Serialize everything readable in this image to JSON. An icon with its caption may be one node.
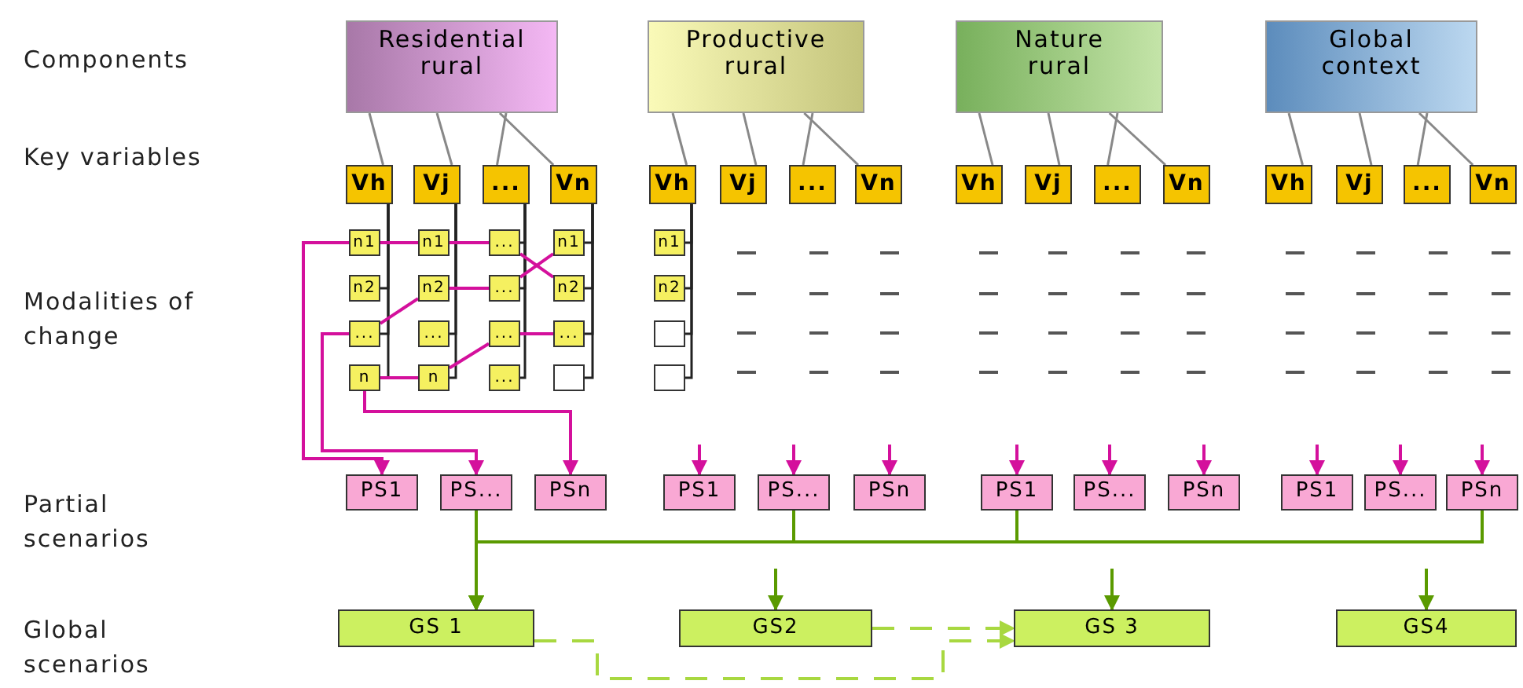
{
  "diagram": {
    "nodes": [
      {
        "text": [
          "Residential rural"
        ]
      },
      {
        "text": [
          "Productive rural"
        ]
      },
      {
        "text": [
          "Nature rural"
        ]
      },
      {
        "text": [
          "Global context"
        ]
      },
      {
        "text": [
          "Vh"
        ]
      },
      {
        "text": [
          "Vj"
        ]
      },
      {
        "text": [
          "..."
        ]
      },
      {
        "text": [
          "Vn"
        ]
      },
      {
        "text": [
          "Vh"
        ]
      },
      {
        "text": [
          "Vj"
        ]
      },
      {
        "text": [
          "..."
        ]
      },
      {
        "text": [
          "Vn"
        ]
      },
      {
        "text": [
          "Vh"
        ]
      },
      {
        "text": [
          "Vj"
        ]
      },
      {
        "text": [
          "..."
        ]
      },
      {
        "text": [
          "Vn"
        ]
      },
      {
        "text": [
          "Vh"
        ]
      },
      {
        "text": [
          "Vj"
        ]
      },
      {
        "text": [
          "..."
        ]
      },
      {
        "text": [
          "Vn"
        ]
      },
      {
        "text": [
          "n1"
        ]
      },
      {
        "text": [
          "n2"
        ]
      },
      {
        "text": [
          "..."
        ]
      },
      {
        "text": [
          "n"
        ]
      },
      {
        "text": [
          "n1"
        ]
      },
      {
        "text": [
          "n2"
        ]
      },
      {
        "text": [
          "..."
        ]
      },
      {
        "text": [
          "n"
        ]
      },
      {
        "text": [
          "..."
        ]
      },
      {
        "text": [
          "..."
        ]
      },
      {
        "text": [
          "..."
        ]
      },
      {
        "text": [
          "..."
        ]
      },
      {
        "text": [
          "n1"
        ]
      },
      {
        "text": [
          "n2"
        ]
      },
      {
        "text": [
          "..."
        ]
      },
      {
        "text": [],
        "shape": "box"
      },
      {
        "text": [
          "n1"
        ]
      },
      {
        "text": [
          "n2"
        ]
      },
      {
        "text": [],
        "shape": "box"
      },
      {
        "text": [],
        "shape": "box"
      },
      {
        "text": [
          "PS1"
        ]
      },
      {
        "text": [
          "PS..."
        ]
      },
      {
        "text": [
          "PSn"
        ]
      },
      {
        "text": [
          "PS1"
        ]
      },
      {
        "text": [
          "PS..."
        ]
      },
      {
        "text": [
          "PSn"
        ]
      },
      {
        "text": [
          "PS1"
        ]
      },
      {
        "text": [
          "PS..."
        ]
      },
      {
        "text": [
          "PSn"
        ]
      },
      {
        "text": [
          "PS1"
        ]
      },
      {
        "text": [
          "PS..."
        ]
      },
      {
        "text": [
          "PSn"
        ]
      },
      {
        "text": [
          "GS 1"
        ]
      },
      {
        "text": [
          "GS2"
        ]
      },
      {
        "text": [
          "GS 3"
        ]
      },
      {
        "text": [
          "GS4"
        ]
      }
    ],
    "edges": [
      {
        "from": 0,
        "to": 4,
        "arrow": "none",
        "color": "#888888"
      },
      {
        "from": 0,
        "to": 5,
        "arrow": "none",
        "color": "#888888"
      },
      {
        "from": 0,
        "to": 6,
        "arrow": "none",
        "color": "#888888"
      },
      {
        "from": 0,
        "to": 7,
        "arrow": "none",
        "color": "#888888"
      },
      {
        "from": 1,
        "to": 8,
        "arrow": "none",
        "color": "#888888"
      },
      {
        "from": 1,
        "to": 9,
        "arrow": "none",
        "color": "#888888"
      },
      {
        "from": 1,
        "to": 10,
        "arrow": "none",
        "color": "#888888"
      },
      {
        "from": 1,
        "to": 11,
        "arrow": "none",
        "color": "#888888"
      },
      {
        "from": 2,
        "to": 12,
        "arrow": "none",
        "color": "#888888"
      },
      {
        "from": 2,
        "to": 13,
        "arrow": "none",
        "color": "#888888"
      },
      {
        "from": 2,
        "to": 14,
        "arrow": "none",
        "color": "#888888"
      },
      {
        "from": 2,
        "to": 15,
        "arrow": "none",
        "color": "#888888"
      },
      {
        "from": 3,
        "to": 16,
        "arrow": "none",
        "color": "#888888"
      },
      {
        "from": 3,
        "to": 17,
        "arrow": "none",
        "color": "#888888"
      },
      {
        "from": 3,
        "to": 18,
        "arrow": "none",
        "color": "#888888"
      },
      {
        "from": 3,
        "to": 19,
        "arrow": "none",
        "color": "#888888"
      },
      {
        "from": 4,
        "to": 20,
        "arrow": "none",
        "color": "#222222"
      },
      {
        "from": 4,
        "to": 21,
        "arrow": "none",
        "color": "#222222"
      },
      {
        "from": 4,
        "to": 22,
        "arrow": "none",
        "color": "#222222"
      },
      {
        "from": 4,
        "to": 23,
        "arrow": "none",
        "color": "#222222"
      },
      {
        "from": 5,
        "to": 24,
        "arrow": "none",
        "color": "#222222"
      },
      {
        "from": 5,
        "to": 25,
        "arrow": "none",
        "color": "#222222"
      },
      {
        "from": 5,
        "to": 26,
        "arrow": "none",
        "color": "#222222"
      },
      {
        "from": 5,
        "to": 27,
        "arrow": "none",
        "color": "#222222"
      },
      {
        "from": 6,
        "to": 28,
        "arrow": "none",
        "color": "#222222"
      },
      {
        "from": 6,
        "to": 29,
        "arrow": "none",
        "color": "#222222"
      },
      {
        "from": 6,
        "to": 30,
        "arrow": "none",
        "color": "#222222"
      },
      {
        "from": 6,
        "to": 31,
        "arrow": "none",
        "color": "#222222"
      },
      {
        "from": 7,
        "to": 32,
        "arrow": "none",
        "color": "#222222"
      },
      {
        "from": 7,
        "to": 33,
        "arrow": "none",
        "color": "#222222"
      },
      {
        "from": 7,
        "to": 34,
        "arrow": "none",
        "color": "#222222"
      },
      {
        "from": 7,
        "to": 35,
        "arrow": "none",
        "color": "#222222"
      },
      {
        "from": 8,
        "to": 36,
        "arrow": "none",
        "color": "#222222"
      },
      {
        "from": 8,
        "to": 37,
        "arrow": "none",
        "color": "#222222"
      },
      {
        "from": 8,
        "to": 38,
        "arrow": "none",
        "color": "#222222"
      },
      {
        "from": 8,
        "to": 39,
        "arrow": "none",
        "color": "#222222"
      },
      {
        "from": 33,
        "to": 28,
        "arrow": "none",
        "color": "#d4109c"
      },
      {
        "from": 28,
        "to": 24,
        "arrow": "none",
        "color": "#d4109c"
      },
      {
        "from": 24,
        "to": 20,
        "arrow": "none",
        "color": "#d4109c"
      },
      {
        "from": 20,
        "to": 40,
        "arrow": "to",
        "color": "#d4109c"
      },
      {
        "from": 32,
        "to": 29,
        "arrow": "none",
        "color": "#d4109c"
      },
      {
        "from": 29,
        "to": 25,
        "arrow": "none",
        "color": "#d4109c"
      },
      {
        "from": 25,
        "to": 22,
        "arrow": "none",
        "color": "#d4109c"
      },
      {
        "from": 22,
        "to": 41,
        "arrow": "to",
        "color": "#d4109c"
      },
      {
        "from": 34,
        "to": 30,
        "arrow": "none",
        "color": "#d4109c"
      },
      {
        "from": 30,
        "to": 27,
        "arrow": "none",
        "color": "#d4109c"
      },
      {
        "from": 27,
        "to": 23,
        "arrow": "none",
        "color": "#d4109c"
      },
      {
        "from": 23,
        "to": 42,
        "arrow": "to",
        "color": "#d4109c"
      },
      {
        "from": null,
        "to": 43,
        "arrow": "to",
        "color": "#d4109c"
      },
      {
        "from": null,
        "to": 44,
        "arrow": "to",
        "color": "#d4109c"
      },
      {
        "from": null,
        "to": 45,
        "arrow": "to",
        "color": "#d4109c"
      },
      {
        "from": null,
        "to": 46,
        "arrow": "to",
        "color": "#d4109c"
      },
      {
        "from": null,
        "to": 47,
        "arrow": "to",
        "color": "#d4109c"
      },
      {
        "from": null,
        "to": 48,
        "arrow": "to",
        "color": "#d4109c"
      },
      {
        "from": null,
        "to": 49,
        "arrow": "to",
        "color": "#d4109c"
      },
      {
        "from": null,
        "to": 50,
        "arrow": "to",
        "color": "#d4109c"
      },
      {
        "from": null,
        "to": 51,
        "arrow": "to",
        "color": "#d4109c"
      },
      {
        "from": 41,
        "to": 52,
        "arrow": "to",
        "color": "#5a9a00"
      },
      {
        "from": 44,
        "to": 52,
        "arrow": "to",
        "color": "#5a9a00"
      },
      {
        "from": 46,
        "to": 52,
        "arrow": "to",
        "color": "#5a9a00"
      },
      {
        "from": 51,
        "to": 52,
        "arrow": "to",
        "color": "#5a9a00"
      },
      {
        "from": null,
        "to": 53,
        "arrow": "to",
        "color": "#5a9a00"
      },
      {
        "from": null,
        "to": 54,
        "arrow": "to",
        "color": "#5a9a00"
      },
      {
        "from": null,
        "to": 55,
        "arrow": "to",
        "color": "#5a9a00"
      },
      {
        "from": 53,
        "to": 54,
        "arrow": "to",
        "style": "dashed",
        "color": "#a8d840"
      },
      {
        "from": 52,
        "to": 54,
        "arrow": "to",
        "style": "dashed",
        "color": "#a8d840"
      }
    ],
    "labels": [
      "Components",
      "Key variables",
      "Modalities of change",
      "Partial scenarios",
      "Global scenarios"
    ]
  }
}
